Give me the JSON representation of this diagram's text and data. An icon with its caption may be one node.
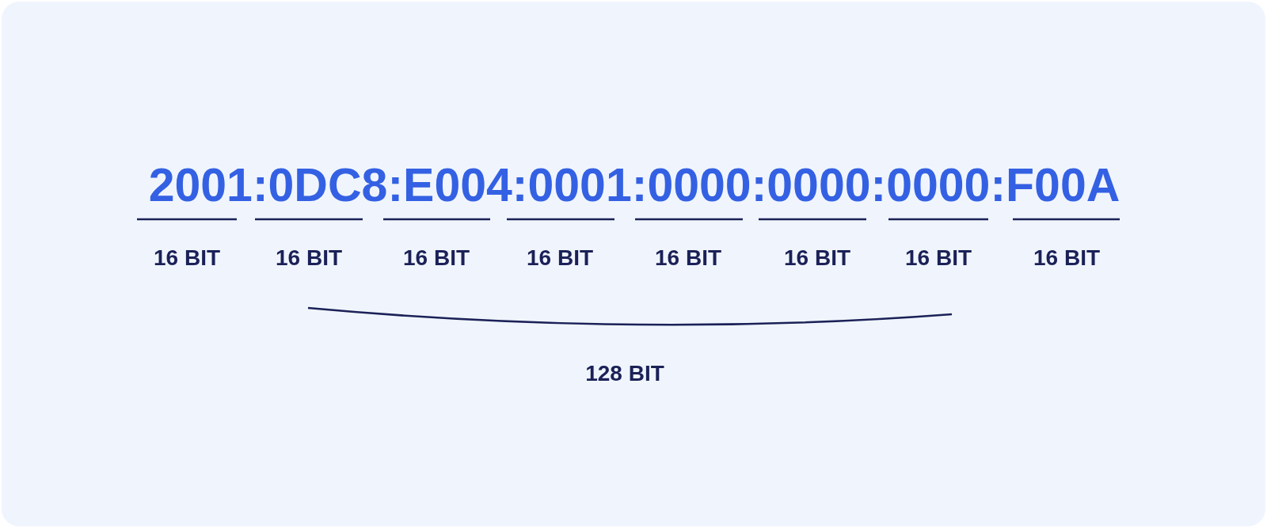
{
  "diagram": {
    "labels": [
      "2001:0DC8:E004:0001:0000:0000:0000:F00A",
      "16 BIT",
      "16 BIT",
      "16 BIT",
      "16 BIT",
      "16 BIT",
      "16 BIT",
      "16 BIT",
      "16 BIT",
      "128 BIT"
    ]
  }
}
